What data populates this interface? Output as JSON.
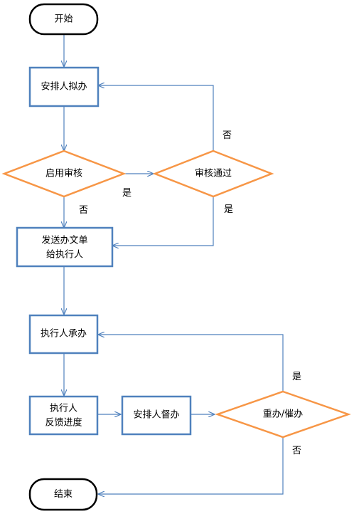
{
  "colors": {
    "process_border": "#4f81bd",
    "decision_border": "#f79646",
    "terminal_border": "#000000",
    "connector": "#4f81bd",
    "text": "#000000"
  },
  "nodes": {
    "start": "开始",
    "arrange_draft": "安排人拟办",
    "review_enabled": "启用审核",
    "review_passed": "审核通过",
    "send_doc_line1": "发送办文单",
    "send_doc_line2": "给执行人",
    "executor_undertake": "执行人承办",
    "feedback_line1": "执行人",
    "feedback_line2": "反馈进度",
    "supervise": "安排人督办",
    "redo_urge": "重办/催办",
    "end": "结束"
  },
  "edges": {
    "review_passed_no": "否",
    "review_enabled_yes": "是",
    "review_enabled_no": "否",
    "review_passed_yes": "是",
    "redo_urge_yes": "是",
    "redo_urge_no": "否"
  }
}
